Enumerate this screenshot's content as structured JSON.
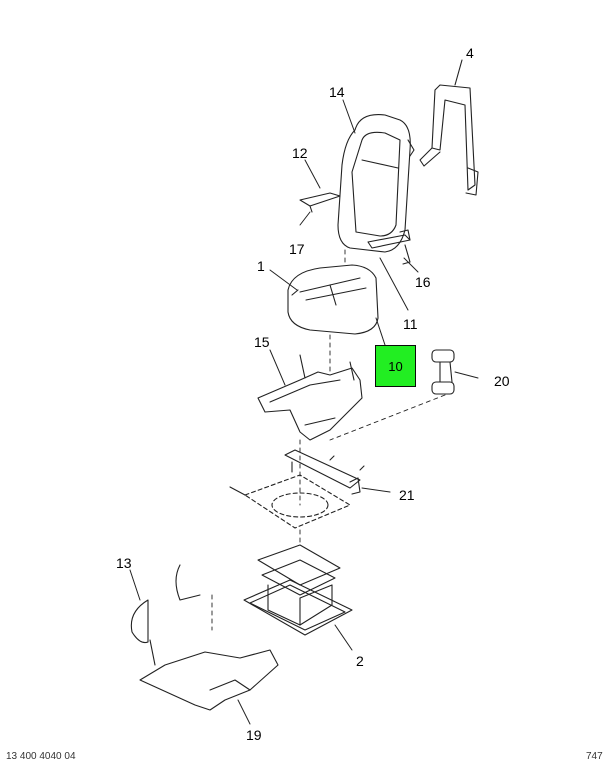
{
  "callouts": {
    "c1": "1",
    "c2": "2",
    "c4": "4",
    "c10": "10",
    "c11": "11",
    "c12": "12",
    "c13": "13",
    "c14": "14",
    "c15": "15",
    "c16": "16",
    "c17": "17",
    "c19": "19",
    "c20": "20",
    "c21": "21"
  },
  "highlight": {
    "color": "#22ee22",
    "label": "10"
  },
  "footer": {
    "left": "13 400 4040 04",
    "right": "747"
  }
}
